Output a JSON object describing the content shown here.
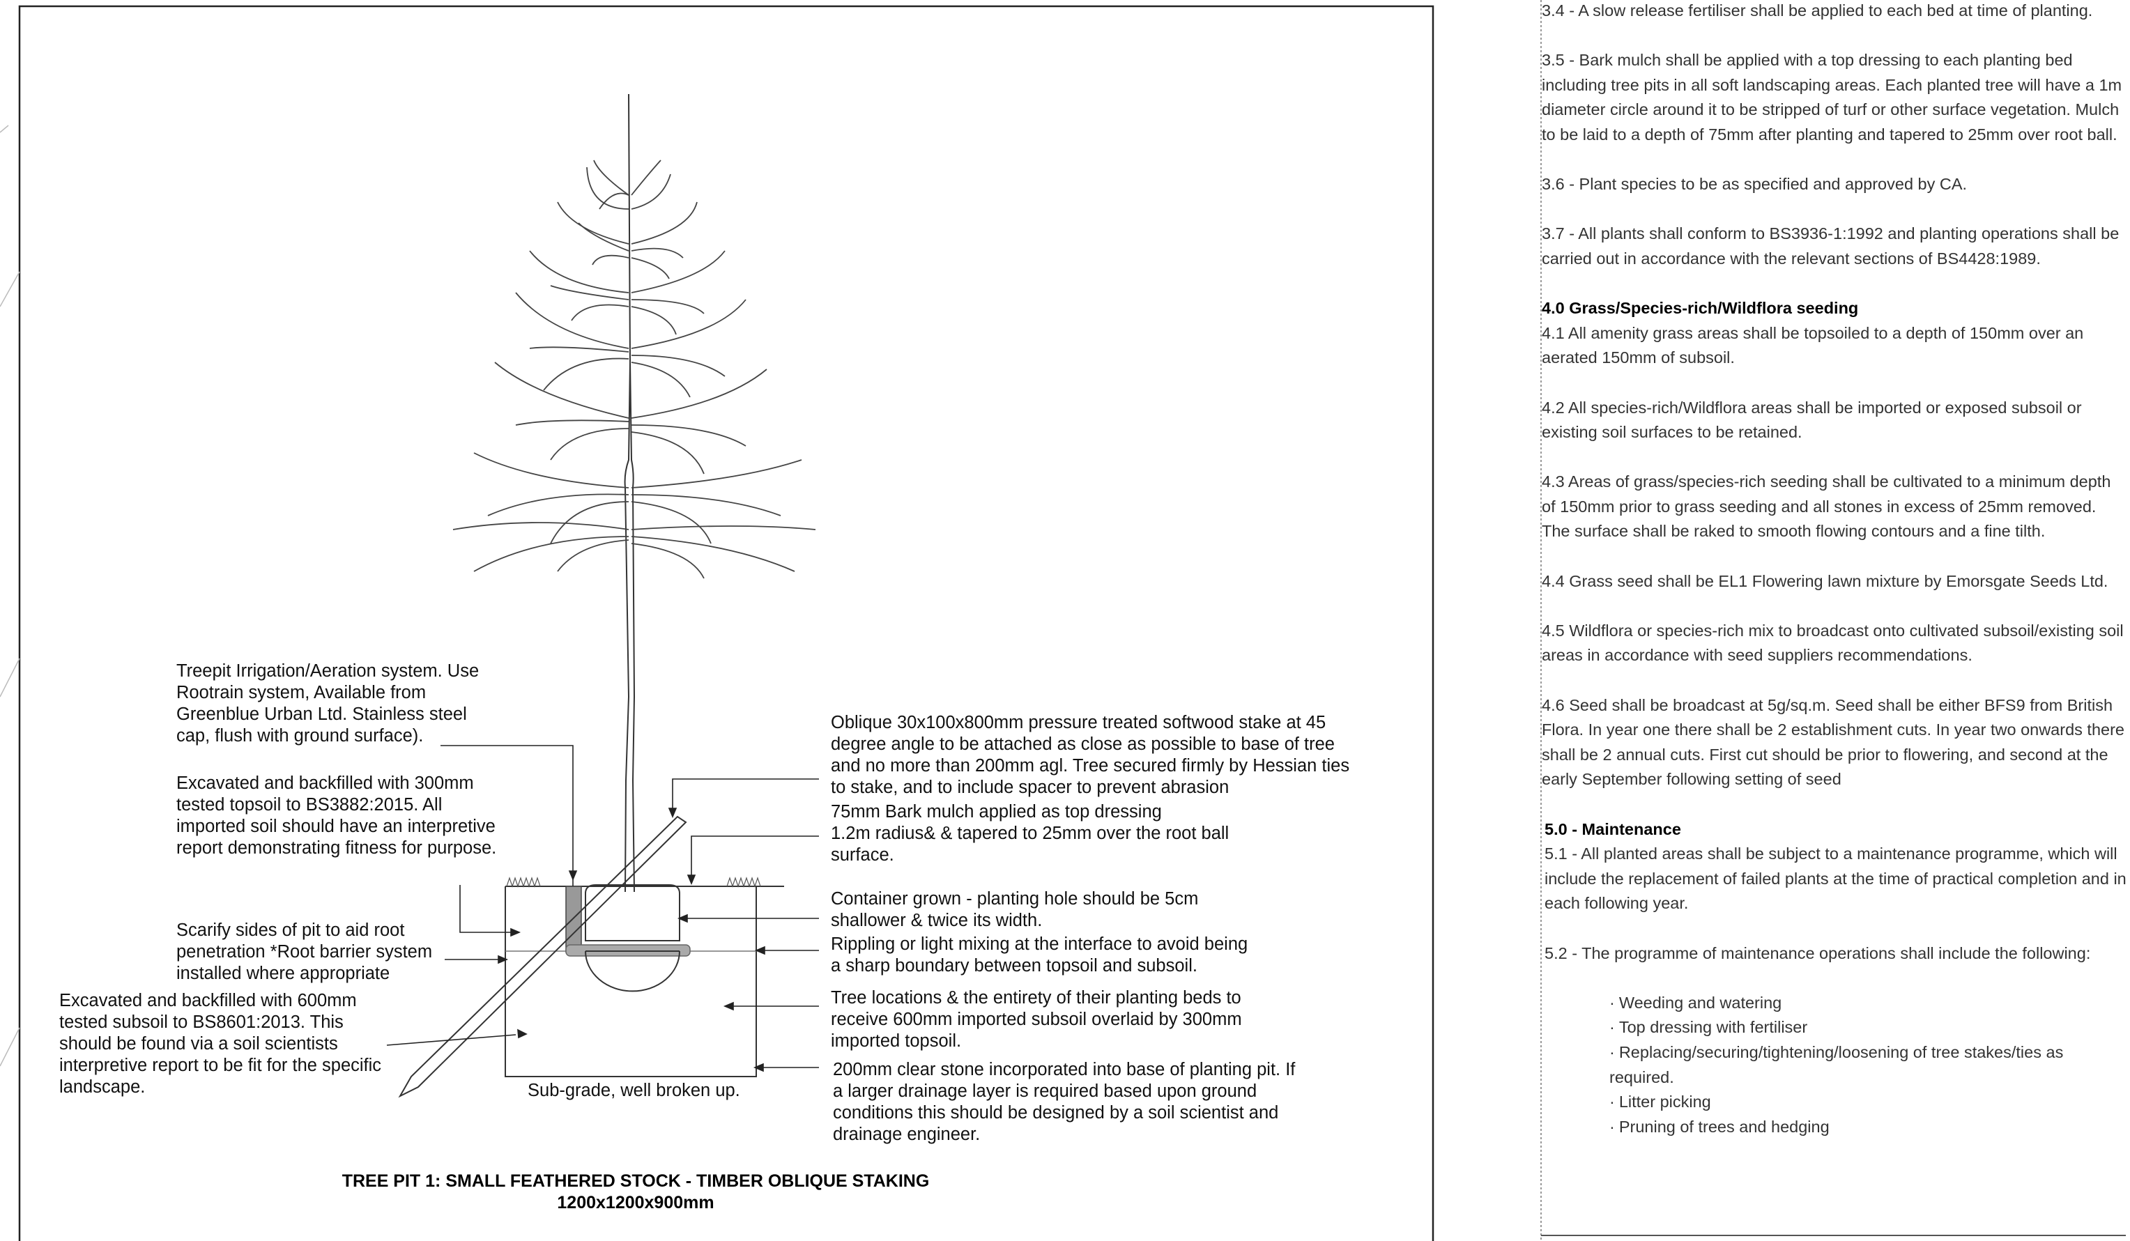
{
  "drawing": {
    "title_line1": "TREE PIT 1: SMALL FEATHERED STOCK - TIMBER OBLIQUE STAKING",
    "title_line2": "1200x1200x900mm",
    "labels": {
      "irrigation": "Treepit Irrigation/Aeration system. Use\nRootrain system, Available from\nGreenblue Urban Ltd. Stainless steel\ncap, flush with ground surface).",
      "topsoil": "Excavated and backfilled with 300mm\ntested topsoil to BS3882:2015. All\nimported soil should have an interpretive\nreport demonstrating fitness for purpose.",
      "scarify": "Scarify sides of pit to aid root\npenetration *Root barrier system\ninstalled where appropriate",
      "subsoil": "Excavated and backfilled with 600mm\ntested subsoil to BS8601:2013. This\nshould be found via a soil scientists\ninterpretive report to be fit for the specific\nlandscape.",
      "subgrade": "Sub-grade, well broken up.",
      "stake": "Oblique 30x100x800mm pressure treated softwood stake at 45\ndegree angle to be attached as close as possible to base of tree\nand no more than 200mm agl. Tree secured firmly by Hessian ties\nto stake, and to include spacer to prevent abrasion",
      "mulch": "75mm Bark mulch applied as top dressing\n1.2m radius& & tapered to 25mm over the root ball\nsurface.",
      "container": "Container grown - planting hole should be 5cm\nshallower & twice its width.",
      "rippling": "Rippling or light mixing at the interface to avoid being\na sharp boundary between topsoil and subsoil.",
      "locations": "Tree locations & the entirety of their planting beds to\nreceive 600mm imported subsoil overlaid by 300mm\nimported topsoil.",
      "drainage": "200mm clear stone incorporated into base of planting pit. If\na larger drainage layer is required based upon ground\nconditions this should be designed by a soil scientist and\ndrainage engineer."
    }
  },
  "spec": {
    "p3_4": "3.4 - A slow release fertiliser shall be applied to each bed at time of planting.",
    "p3_5": "3.5 - Bark mulch shall be applied with a top dressing to each planting bed including tree pits in all soft landscaping areas. Each planted tree will have a 1m diameter circle around it to be stripped of turf or other surface vegetation. Mulch to be laid to a depth of 75mm after planting and tapered to 25mm over root ball.",
    "p3_6": "3.6 - Plant species to be as specified and approved by CA.",
    "p3_7": "3.7 - All plants shall conform to BS3936-1:1992 and planting operations shall be carried out in accordance with the relevant sections of BS4428:1989.",
    "h4": "4.0 Grass/Species-rich/Wildflora seeding",
    "p4_1": "4.1 All amenity grass areas shall be topsoiled to a depth of 150mm over an aerated 150mm of subsoil.",
    "p4_2": "4.2 All species-rich/Wildflora areas shall be imported or exposed subsoil or existing soil surfaces to be retained.",
    "p4_3": "4.3 Areas of grass/species-rich seeding shall be cultivated to a minimum depth of 150mm prior to grass seeding and all stones in excess of  25mm removed. The surface shall be raked to smooth flowing contours and a fine tilth.",
    "p4_4": "4.4 Grass seed shall be EL1 Flowering lawn mixture by Emorsgate Seeds Ltd.",
    "p4_5": "4.5 Wildflora or species-rich mix to broadcast onto cultivated subsoil/existing soil areas in accordance with seed suppliers recommendations.",
    "p4_6": "4.6 Seed shall be broadcast at 5g/sq.m. Seed shall be either BFS9 from British Flora. In year one there shall be 2 establishment cuts. In year two onwards there shall be 2 annual cuts. First cut should be prior to flowering, and second at the early September following setting of seed",
    "h5": "5.0 - Maintenance",
    "p5_1": "5.1 - All planted areas shall be subject to a maintenance programme, which will include the replacement of failed plants at the time of practical completion and in each following year.",
    "p5_2": "5.2 - The programme of maintenance operations shall include the following:",
    "items": [
      "Weeding and watering",
      "Top dressing with fertiliser",
      "Replacing/securing/tightening/loosening of tree stakes/ties as required.",
      "Litter picking",
      "Pruning of trees and hedging"
    ]
  }
}
